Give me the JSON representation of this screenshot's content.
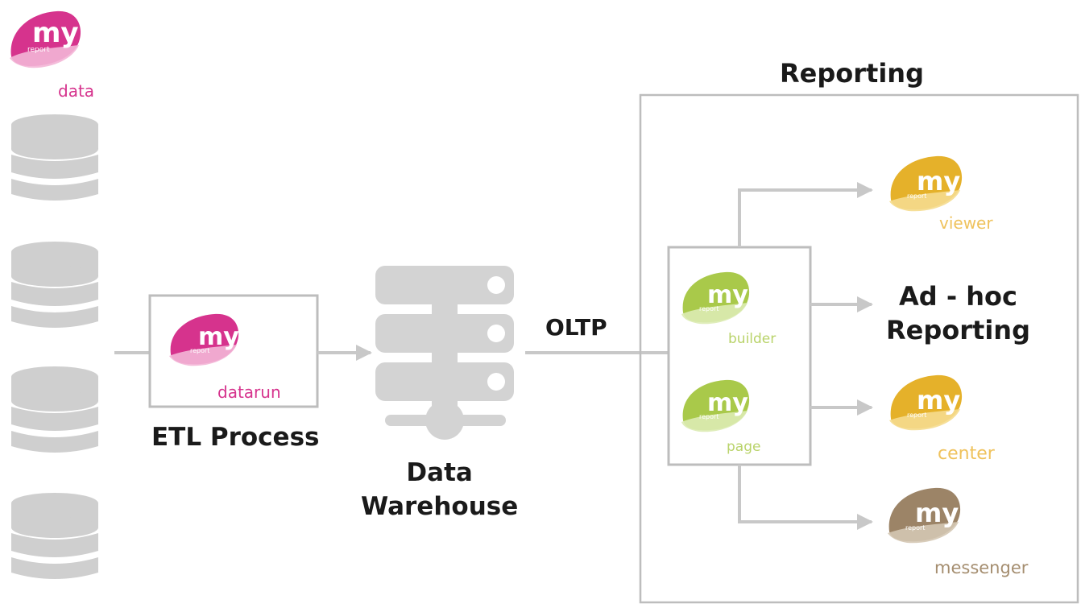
{
  "colors": {
    "database": "#cfcfcf",
    "server": "#d3d3d3",
    "arrow": "#c8c8c8",
    "box_border": "#bdbdbd",
    "my_data": "#d6338d",
    "my_builder": "#a9c94a",
    "my_viewer": "#e5b12a",
    "my_messenger": "#9c8467"
  },
  "labels": {
    "reporting": "Reporting",
    "etl": "ETL Process",
    "dw_line1": "Data",
    "dw_line2": "Warehouse",
    "oltp": "OLTP",
    "adhoc_line1": "Ad - hoc",
    "adhoc_line2": "Reporting"
  },
  "logos": {
    "data": {
      "word": "my",
      "sub": "report",
      "caption": "data"
    },
    "datarun": {
      "word": "my",
      "sub": "report",
      "caption": "datarun"
    },
    "builder": {
      "word": "my",
      "sub": "report",
      "caption": "builder"
    },
    "page": {
      "word": "my",
      "sub": "report",
      "caption": "page"
    },
    "viewer": {
      "word": "my",
      "sub": "report",
      "caption": "viewer"
    },
    "center": {
      "word": "my",
      "sub": "report",
      "caption": "center"
    },
    "messenger": {
      "word": "my",
      "sub": "report",
      "caption": "messenger"
    }
  },
  "icons": [
    "database-icon",
    "server-icon",
    "arrow-icon",
    "myreport-logo-icon"
  ]
}
